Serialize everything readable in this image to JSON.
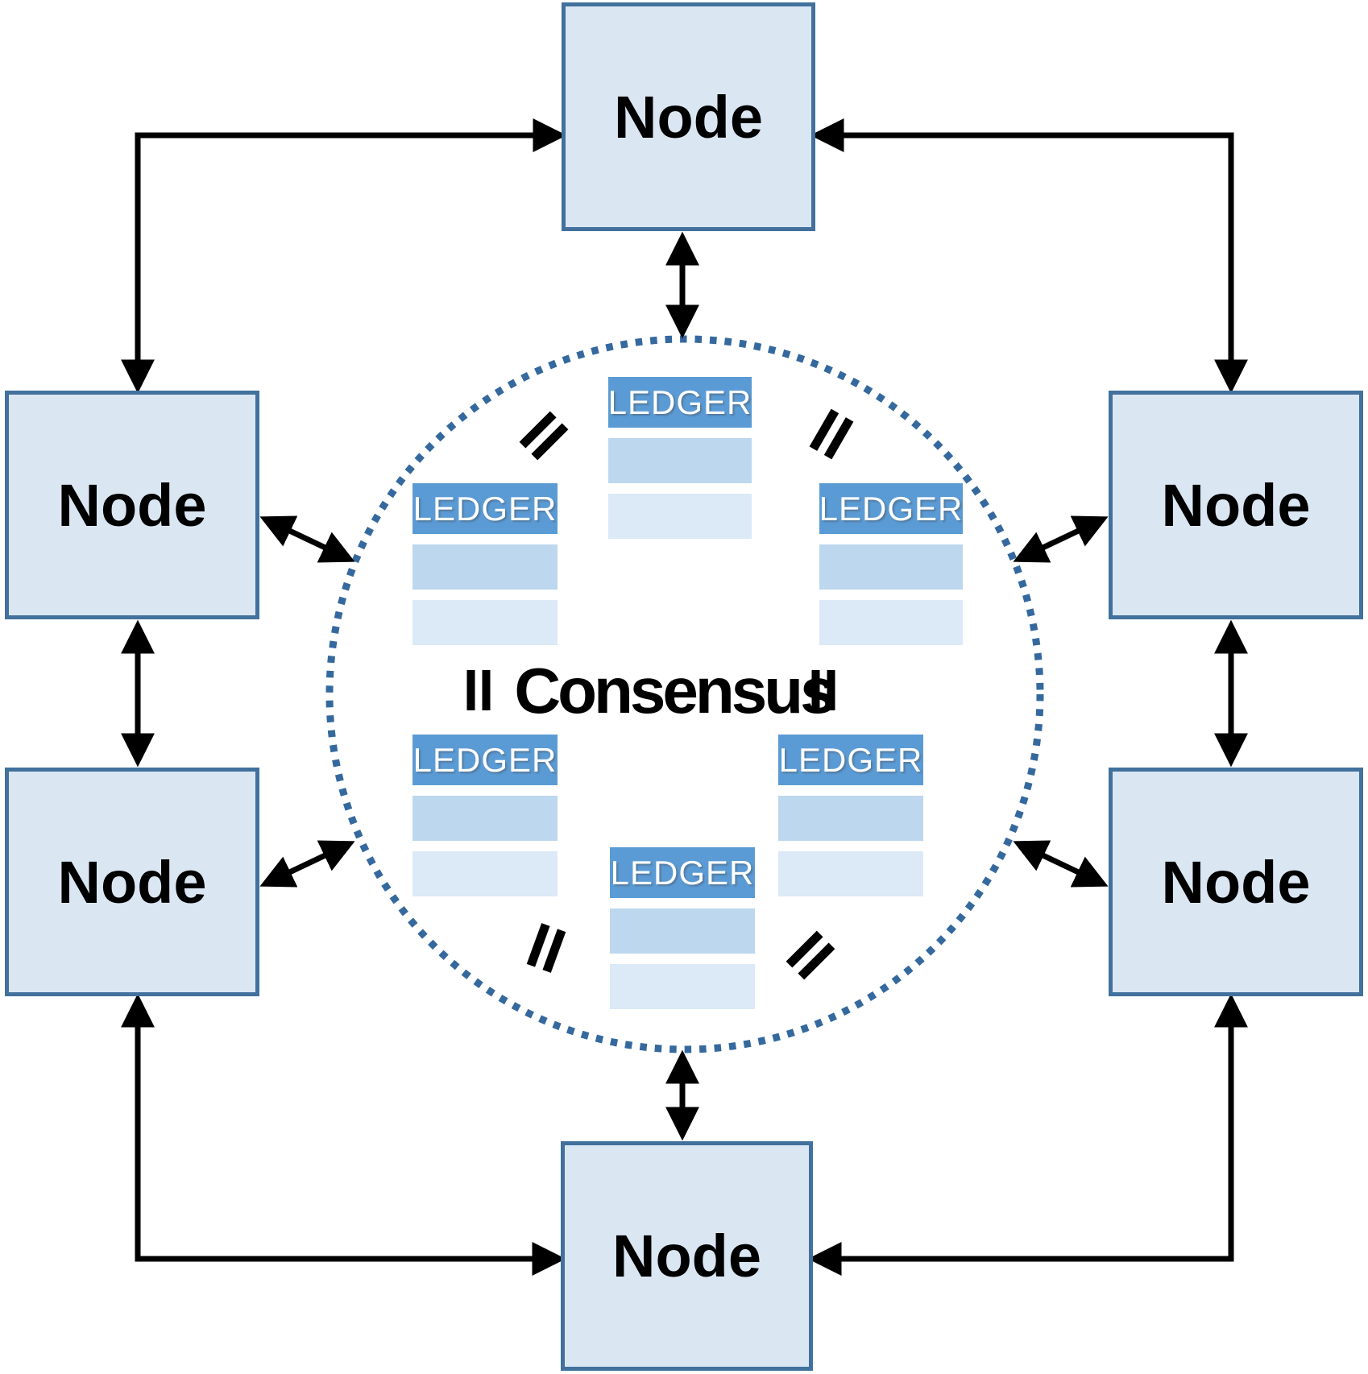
{
  "diagram": {
    "consensus": {
      "label": "Consensus"
    },
    "nodes": [
      {
        "position": "top",
        "label": "Node"
      },
      {
        "position": "left-upper",
        "label": "Node"
      },
      {
        "position": "right-upper",
        "label": "Node"
      },
      {
        "position": "left-lower",
        "label": "Node"
      },
      {
        "position": "right-lower",
        "label": "Node"
      },
      {
        "position": "bottom",
        "label": "Node"
      }
    ],
    "ledgers": [
      {
        "position": "top",
        "label": "LEDGER"
      },
      {
        "position": "left",
        "label": "LEDGER"
      },
      {
        "position": "right",
        "label": "LEDGER"
      },
      {
        "position": "bottom-left",
        "label": "LEDGER"
      },
      {
        "position": "bottom-right",
        "label": "LEDGER"
      },
      {
        "position": "bottom",
        "label": "LEDGER"
      }
    ],
    "equals_marks": {
      "symbol": "=",
      "count": 6
    },
    "colors": {
      "node_fill": "#dbe6f3",
      "node_border": "#41719c",
      "ledger_header": "#5b9bd5",
      "ledger_row_medium": "#bdd7ee",
      "ledger_row_light": "#dce9f6",
      "circle_dash": "#35699e",
      "connector": "#000000",
      "ledger_text": "#ffffff"
    }
  }
}
